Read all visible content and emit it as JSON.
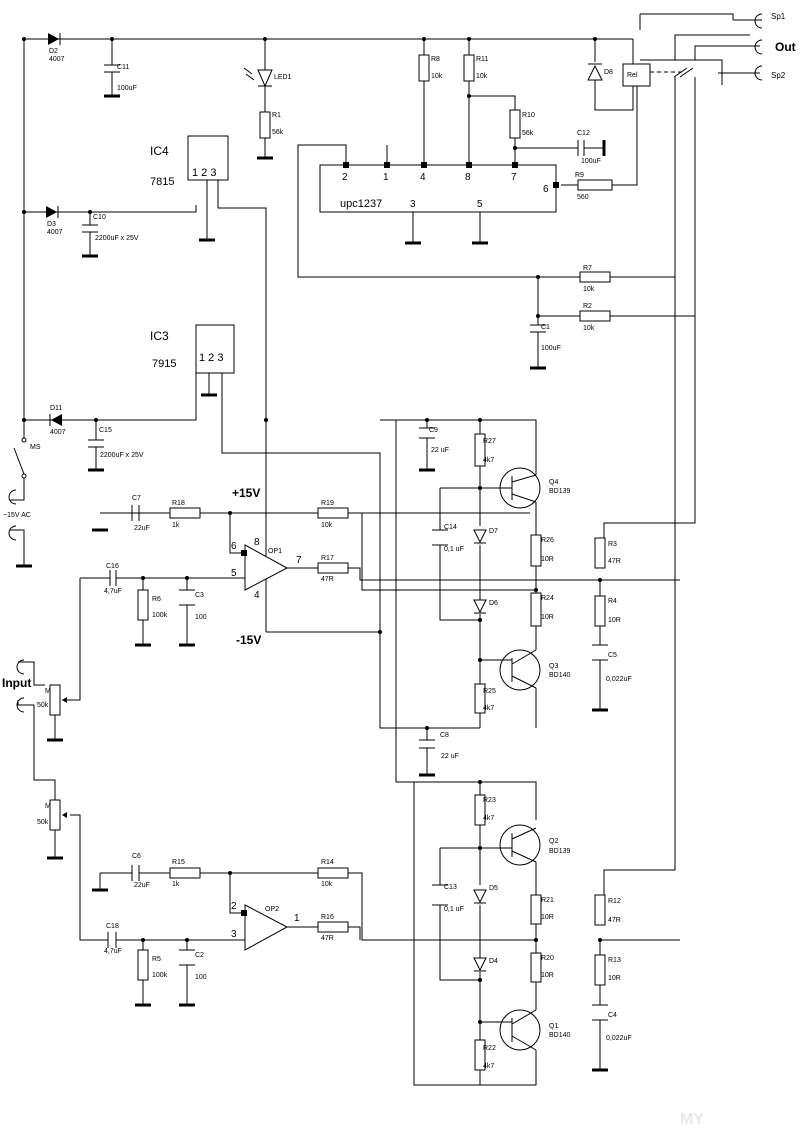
{
  "connectors": {
    "sp1": "Sp1",
    "out": "Out",
    "sp2": "Sp2",
    "input": "Input",
    "ac": "~15V AC",
    "ms": "MS"
  },
  "supply": {
    "plus": "+15V",
    "minus": "-15V"
  },
  "ics": {
    "ic4": {
      "name": "IC4",
      "part": "7815",
      "pins": "1 2 3"
    },
    "ic3": {
      "name": "IC3",
      "part": "7915",
      "pins": "1 2 3"
    },
    "upc": {
      "part": "upc1237",
      "pins": [
        "2",
        "1",
        "4",
        "8",
        "7",
        "6",
        "3",
        "5"
      ]
    },
    "op1": {
      "name": "OP1",
      "pins": [
        "6",
        "8",
        "5",
        "4",
        "7"
      ]
    },
    "op2": {
      "name": "OP2",
      "pins": [
        "2",
        "3",
        "1"
      ]
    }
  },
  "relay": "Rel",
  "parts": {
    "D2": [
      "D2",
      "4007"
    ],
    "D3": [
      "D3",
      "4007"
    ],
    "D11": [
      "D11",
      "4007"
    ],
    "C11": [
      "C11",
      "100uF"
    ],
    "C10": [
      "C10",
      "2200uF x 25V"
    ],
    "C15": [
      "C15",
      "2200uF x 25V"
    ],
    "LED1": [
      "LED1"
    ],
    "R1": [
      "R1",
      "56k"
    ],
    "R8": [
      "R8",
      "10k"
    ],
    "R11": [
      "R11",
      "10k"
    ],
    "R10": [
      "R10",
      "56k"
    ],
    "D8": [
      "D8"
    ],
    "C12": [
      "C12",
      "100uF"
    ],
    "R9": [
      "R9",
      "560"
    ],
    "R7": [
      "R7",
      "10k"
    ],
    "R2": [
      "R2",
      "10k"
    ],
    "C1": [
      "C1",
      "100uF"
    ],
    "C9": [
      "C9",
      "22 uF"
    ],
    "R27": [
      "R27",
      "4k7"
    ],
    "Q4": [
      "Q4",
      "BD139"
    ],
    "C14": [
      "C14",
      "0,1 uF"
    ],
    "D7": [
      "D7"
    ],
    "R26": [
      "R26",
      "10R"
    ],
    "R3": [
      "R3",
      "47R"
    ],
    "D6": [
      "D6"
    ],
    "R24": [
      "R24",
      "10R"
    ],
    "R4": [
      "R4",
      "10R"
    ],
    "Q3": [
      "Q3",
      "BD140"
    ],
    "C5": [
      "C5",
      "0,022uF"
    ],
    "R25": [
      "R25",
      "4k7"
    ],
    "C8": [
      "C8",
      "22 uF"
    ],
    "C7": [
      "C7",
      "22uF"
    ],
    "R18": [
      "R18",
      "1k"
    ],
    "R19": [
      "R19",
      "10k"
    ],
    "R17": [
      "R17",
      "47R"
    ],
    "C16": [
      "C16",
      "4,7uF"
    ],
    "R6": [
      "R6",
      "100k"
    ],
    "C3": [
      "C3",
      "100"
    ],
    "M1": [
      "M",
      "50k"
    ],
    "M2": [
      "M",
      "50k"
    ],
    "R23": [
      "R23",
      "4k7"
    ],
    "Q2": [
      "Q2",
      "BD139"
    ],
    "C13": [
      "C13",
      "0,1 uF"
    ],
    "D5": [
      "D5"
    ],
    "R21": [
      "R21",
      "10R"
    ],
    "R12": [
      "R12",
      "47R"
    ],
    "D4": [
      "D4"
    ],
    "R20": [
      "R20",
      "10R"
    ],
    "R13": [
      "R13",
      "10R"
    ],
    "Q1": [
      "Q1",
      "BD140"
    ],
    "C4": [
      "C4",
      "0,022uF"
    ],
    "R22": [
      "R22",
      "4k7"
    ],
    "C6": [
      "C6",
      "22uF"
    ],
    "R15": [
      "R15",
      "1k"
    ],
    "R14": [
      "R14",
      "10k"
    ],
    "R16": [
      "R16",
      "47R"
    ],
    "C18": [
      "C18",
      "4,7uF"
    ],
    "R5": [
      "R5",
      "100k"
    ],
    "C2": [
      "C2",
      "100"
    ]
  },
  "watermark": "MY"
}
